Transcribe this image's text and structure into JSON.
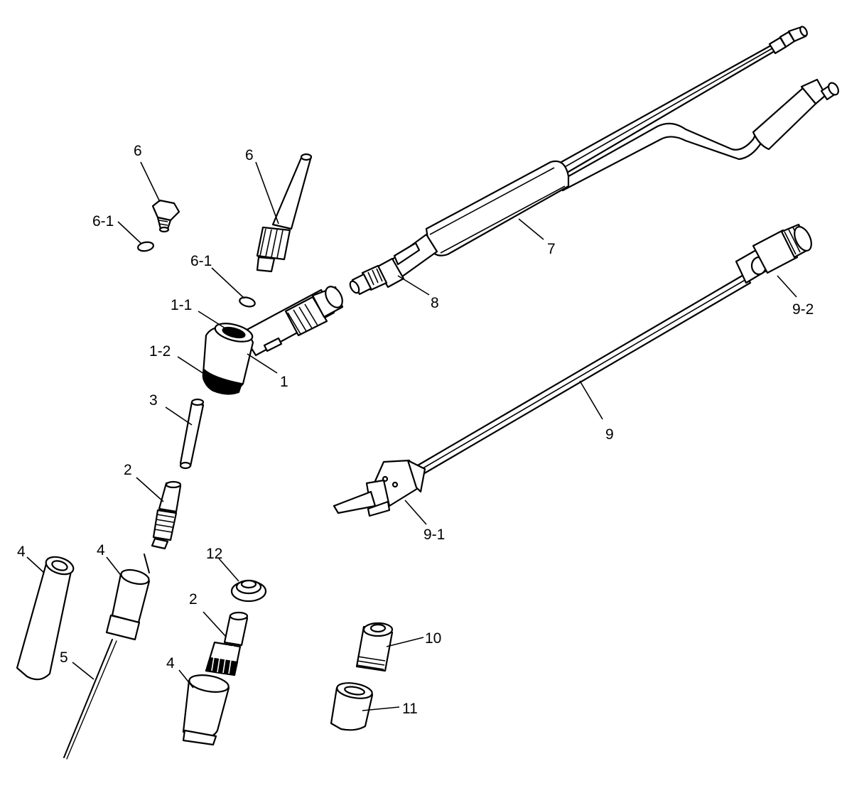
{
  "diagram": {
    "labels": {
      "l6a": "6",
      "l61a": "6-1",
      "l6b": "6",
      "l61b": "6-1",
      "l11": "1-1",
      "l12": "1-2",
      "l1": "1",
      "l3": "3",
      "l2a": "2",
      "l4a": "4",
      "l4b": "4",
      "l5": "5",
      "l12b": "12",
      "l2b": "2",
      "l4c": "4",
      "l7": "7",
      "l8": "8",
      "l92": "9-2",
      "l9": "9",
      "l91": "9-1",
      "l10": "10",
      "l11b": "11"
    }
  }
}
